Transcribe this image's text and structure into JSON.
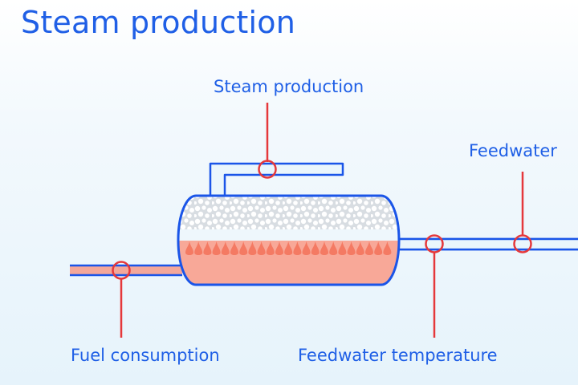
{
  "page_title": "Steam production",
  "labels": {
    "steam_production": "Steam production",
    "feedwater": "Feedwater",
    "fuel_consumption": "Fuel consumption",
    "feedwater_temperature": "Feedwater temperature"
  },
  "colors": {
    "text_blue": "#1f5fe6",
    "outline_blue": "#1a55e8",
    "pipe_light_blue": "#eaf6fc",
    "fuel_pipe": "#f3a79a",
    "fire_zone": "#f8a898",
    "flame": "#f47a63",
    "marker_red": "#e5383b"
  }
}
